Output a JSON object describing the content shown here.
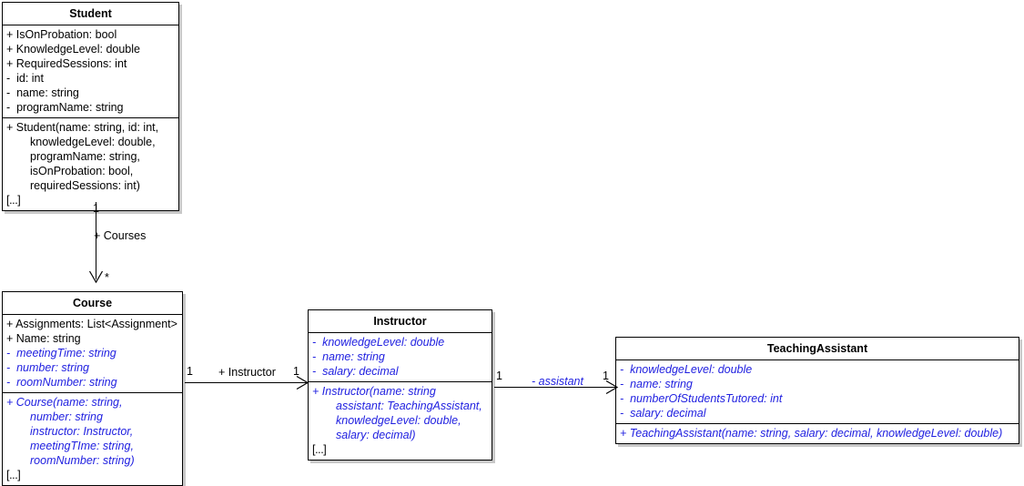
{
  "diagram": {
    "type": "uml-class-diagram",
    "accent_blue": "#2020e0",
    "text_color": "#000000",
    "shadow_color": "#c8c8c8"
  },
  "classes": {
    "student": {
      "name": "Student",
      "attributes": [
        "+ IsOnProbation: bool",
        "+ KnowledgeLevel: double",
        "+ RequiredSessions: int",
        "-  id: int",
        "-  name: string",
        "-  programName: string"
      ],
      "operations": [
        "+ Student(name: string, id: int,",
        "knowledgeLevel: double,",
        "programName: string,",
        "isOnProbation: bool,",
        "requiredSessions: int)"
      ],
      "more": "[...]"
    },
    "course": {
      "name": "Course",
      "attributes": [
        "+ Assignments: List<Assignment>",
        "+ Name: string",
        "-  meetingTime: string",
        "-  number: string",
        "-  roomNumber: string"
      ],
      "operations": [
        "+ Course(name: string,",
        "number: string",
        "instructor: Instructor,",
        "meetingTIme: string,",
        "roomNumber: string)"
      ],
      "more": "[...]"
    },
    "instructor": {
      "name": "Instructor",
      "attributes": [
        "-  knowledgeLevel: double",
        "-  name: string",
        "-  salary: decimal"
      ],
      "operations": [
        "+ Instructor(name: string",
        "assistant: TeachingAssistant,",
        "knowledgeLevel: double,",
        "salary: decimal)"
      ],
      "more": "[...]"
    },
    "teachingassistant": {
      "name": "TeachingAssistant",
      "attributes": [
        "-  knowledgeLevel: double",
        "-  name: string",
        "-  numberOfStudentsTutored: int",
        "-  salary: decimal"
      ],
      "operations": [
        "+ TeachingAssistant(name: string, salary: decimal, knowledgeLevel: double)"
      ]
    }
  },
  "associations": {
    "student_course": {
      "label": "+ Courses",
      "source_multiplicity": "1",
      "target_multiplicity": "*"
    },
    "course_instructor": {
      "label": "+ Instructor",
      "source_multiplicity": "1",
      "target_multiplicity": "1"
    },
    "instructor_ta": {
      "label": "- assistant",
      "source_multiplicity": "1",
      "target_multiplicity": "1"
    }
  }
}
